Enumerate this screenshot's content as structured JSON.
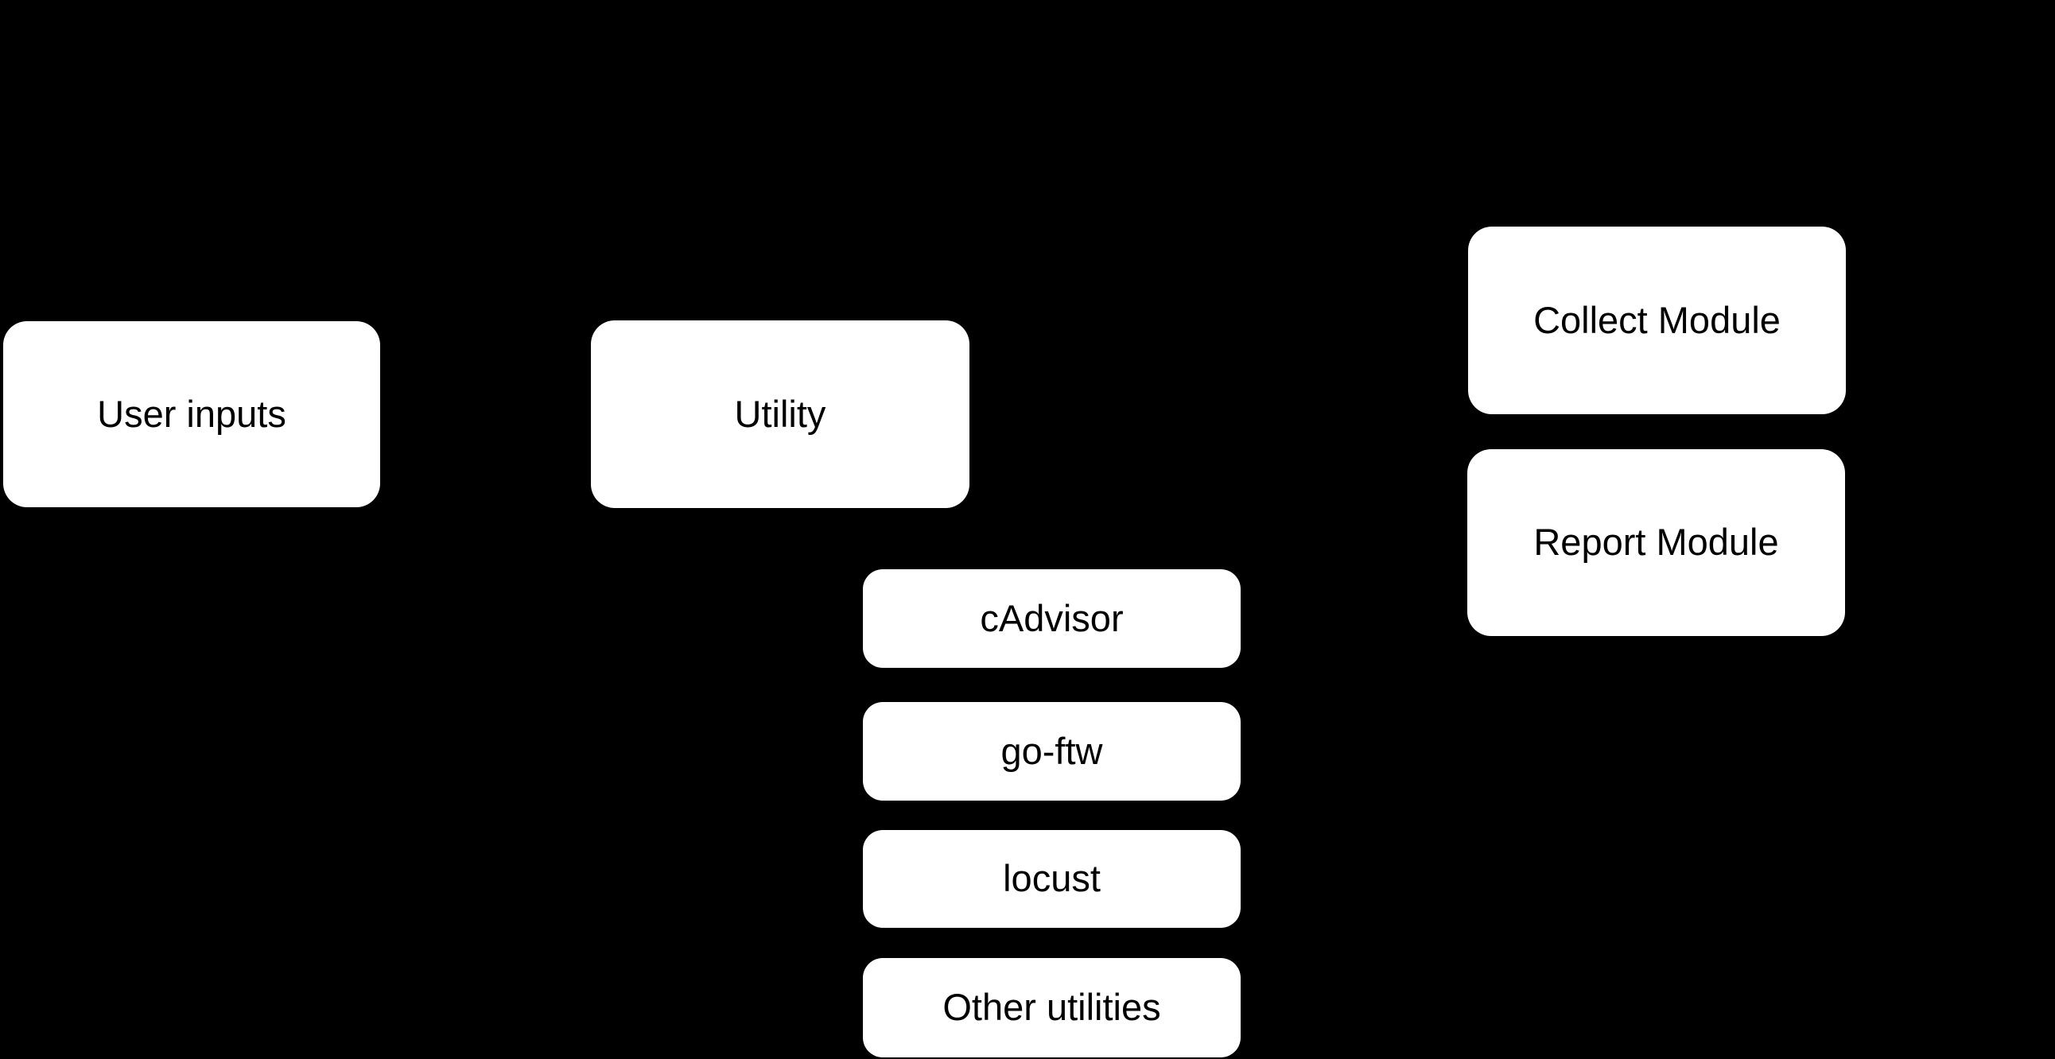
{
  "diagram": {
    "background_color": "#000000",
    "node_fill_color": "#ffffff",
    "node_text_color": "#000000",
    "nodes": [
      {
        "id": "user-inputs",
        "label": "User inputs"
      },
      {
        "id": "utility",
        "label": "Utility"
      },
      {
        "id": "collect-module",
        "label": "Collect Module"
      },
      {
        "id": "report-module",
        "label": "Report Module"
      },
      {
        "id": "cadvisor",
        "label": "cAdvisor"
      },
      {
        "id": "go-ftw",
        "label": "go-ftw"
      },
      {
        "id": "locust",
        "label": "locust"
      },
      {
        "id": "other-utilities",
        "label": "Other utilities"
      }
    ]
  }
}
